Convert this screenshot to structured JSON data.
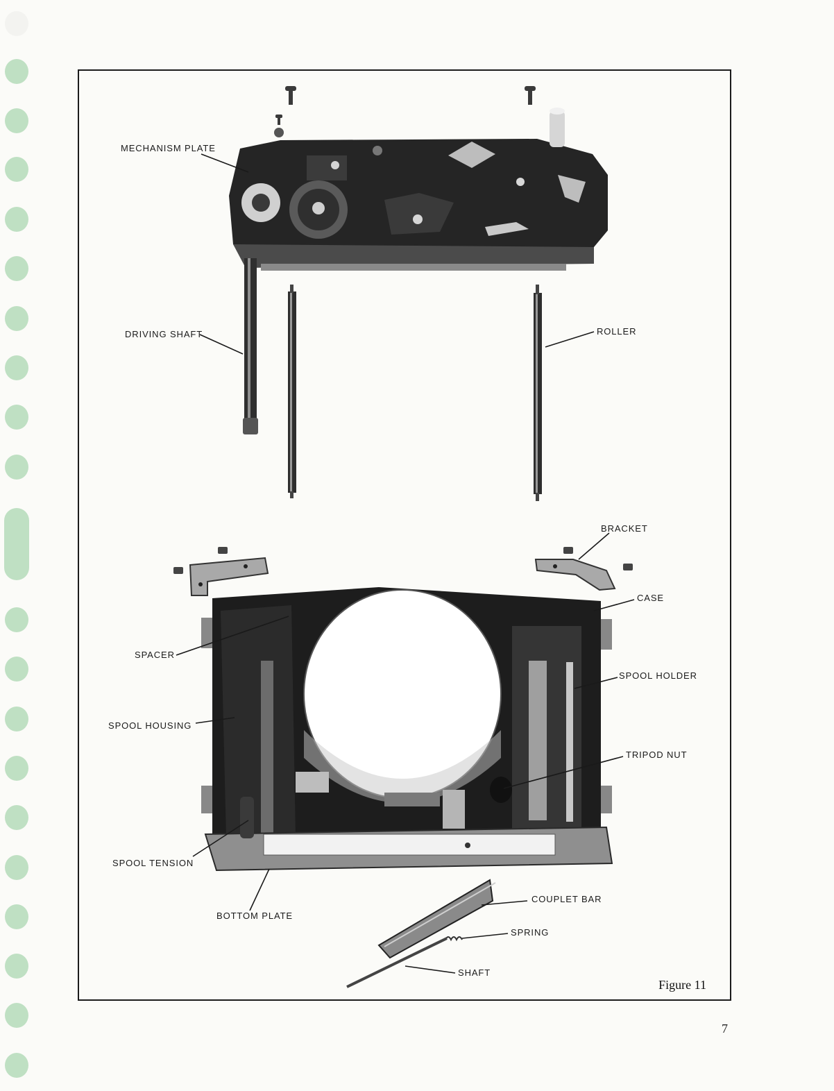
{
  "figure": {
    "caption": "Figure 11",
    "labels": {
      "mechanism_plate": "MECHANISM PLATE",
      "driving_shaft": "DRIVING SHAFT",
      "roller": "ROLLER",
      "bracket": "BRACKET",
      "case": "CASE",
      "spacer": "SPACER",
      "spool_holder": "SPOOL HOLDER",
      "spool_housing": "SPOOL HOUSING",
      "tripod_nut": "TRIPOD NUT",
      "spool_tension": "SPOOL TENSION",
      "bottom_plate": "BOTTOM PLATE",
      "couplet_bar": "COUPLET BAR",
      "spring": "SPRING",
      "shaft": "SHAFT"
    }
  },
  "page": {
    "number": "7"
  },
  "colors": {
    "binding_hole": "#bfe0c3",
    "frame": "#1b1b1b",
    "metal_dark": "#2a2a2a",
    "metal_light": "#c9c9c9"
  }
}
